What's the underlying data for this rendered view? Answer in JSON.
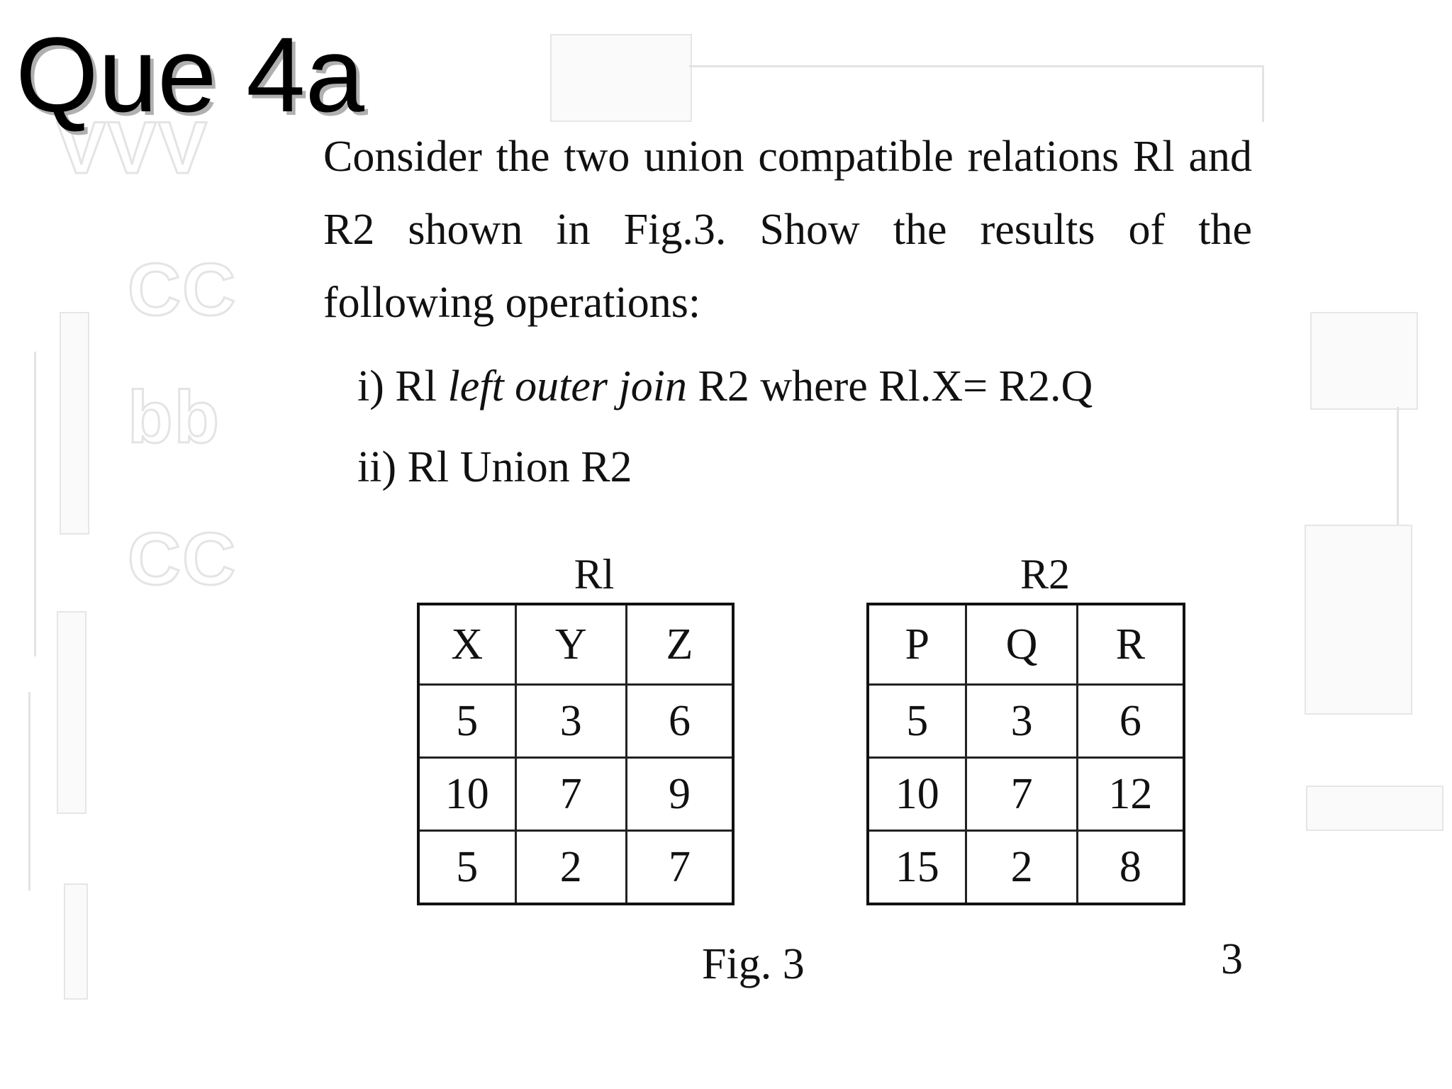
{
  "slide": {
    "title": "Que 4a"
  },
  "question": {
    "lines": [
      "Consider the two union compatible relations Rl and",
      "R2 shown in Fig.3. Show the results of the",
      "following operations:"
    ],
    "operations": [
      {
        "number": "i)",
        "prefix": "Rl",
        "italic": "left outer join",
        "suffix": "R2 where Rl.X= R2.Q"
      },
      {
        "number": "ii)",
        "prefix": "Rl Union R2",
        "italic": "",
        "suffix": ""
      }
    ]
  },
  "figure": {
    "relations": [
      {
        "name": "Rl",
        "columns": [
          "X",
          "Y",
          "Z"
        ],
        "rows": [
          [
            "5",
            "3",
            "6"
          ],
          [
            "10",
            "7",
            "9"
          ],
          [
            "5",
            "2",
            "7"
          ]
        ]
      },
      {
        "name": "R2",
        "columns": [
          "P",
          "Q",
          "R"
        ],
        "rows": [
          [
            "5",
            "3",
            "6"
          ],
          [
            "10",
            "7",
            "12"
          ],
          [
            "15",
            "2",
            "8"
          ]
        ]
      }
    ],
    "caption": "Fig. 3",
    "page_number": "3"
  }
}
